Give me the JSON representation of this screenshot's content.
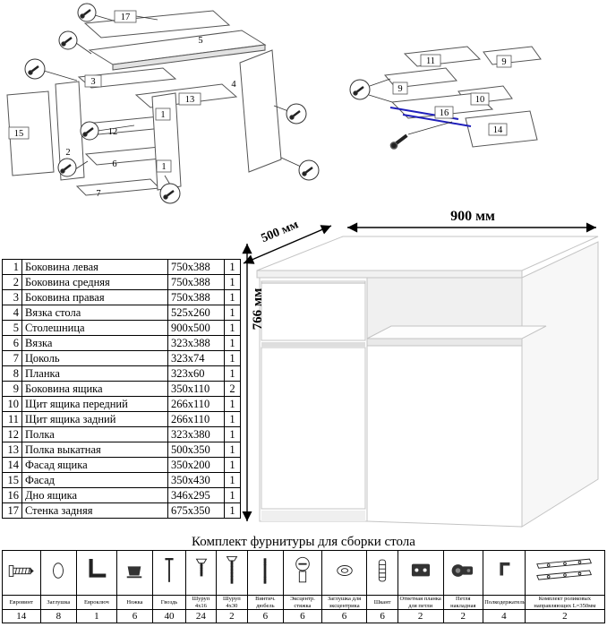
{
  "dimensions": {
    "width": "900 мм",
    "depth": "500 мм",
    "height": "766 мм"
  },
  "exploded": {
    "main_labels": [
      "17",
      "5",
      "3",
      "13",
      "12",
      "6",
      "7",
      "15",
      "2",
      "1",
      "1",
      "4"
    ],
    "drawer_labels": [
      "11",
      "9",
      "9",
      "10",
      "16",
      "14"
    ]
  },
  "parts_table": {
    "rows": [
      {
        "num": "1",
        "name": "Боковина левая",
        "size": "750x388",
        "qty": "1"
      },
      {
        "num": "2",
        "name": "Боковина средняя",
        "size": "750x388",
        "qty": "1"
      },
      {
        "num": "3",
        "name": "Боковина правая",
        "size": "750x388",
        "qty": "1"
      },
      {
        "num": "4",
        "name": "Вязка стола",
        "size": "525x260",
        "qty": "1"
      },
      {
        "num": "5",
        "name": "Столешница",
        "size": "900x500",
        "qty": "1"
      },
      {
        "num": "6",
        "name": "Вязка",
        "size": "323x388",
        "qty": "1"
      },
      {
        "num": "7",
        "name": "Цоколь",
        "size": "323x74",
        "qty": "1"
      },
      {
        "num": "8",
        "name": "Планка",
        "size": "323x60",
        "qty": "1"
      },
      {
        "num": "9",
        "name": "Боковина ящика",
        "size": "350x110",
        "qty": "2"
      },
      {
        "num": "10",
        "name": "Щит ящика передний",
        "size": "266x110",
        "qty": "1"
      },
      {
        "num": "11",
        "name": "Щит ящика задний",
        "size": "266x110",
        "qty": "1"
      },
      {
        "num": "12",
        "name": "Полка",
        "size": "323x380",
        "qty": "1"
      },
      {
        "num": "13",
        "name": "Полка выкатная",
        "size": "500x350",
        "qty": "1"
      },
      {
        "num": "14",
        "name": "Фасад ящика",
        "size": "350x200",
        "qty": "1"
      },
      {
        "num": "15",
        "name": "Фасад",
        "size": "350x430",
        "qty": "1"
      },
      {
        "num": "16",
        "name": "Дно ящика",
        "size": "346x295",
        "qty": "1"
      },
      {
        "num": "17",
        "name": "Стенка задняя",
        "size": "675x350",
        "qty": "1"
      }
    ]
  },
  "hardware": {
    "title": "Комплект фурнитуры для сборки стола",
    "items": [
      {
        "name": "Евровинт",
        "qty": "14",
        "icon": "confirmat-screw-icon"
      },
      {
        "name": "Заглушка",
        "qty": "8",
        "icon": "plug-icon"
      },
      {
        "name": "Евроключ",
        "qty": "1",
        "icon": "hex-key-icon"
      },
      {
        "name": "Ножка",
        "qty": "6",
        "icon": "foot-icon"
      },
      {
        "name": "Гвоздь",
        "qty": "40",
        "icon": "nail-icon"
      },
      {
        "name": "Шуруп 4x16",
        "qty": "24",
        "icon": "screw-4x16-icon"
      },
      {
        "name": "Шуруп 4x30",
        "qty": "2",
        "icon": "screw-4x30-icon"
      },
      {
        "name": "Винтич. дюбель",
        "qty": "6",
        "icon": "dowel-screw-icon"
      },
      {
        "name": "Эксцентр. стяжка",
        "qty": "6",
        "icon": "cam-lock-icon"
      },
      {
        "name": "Заглушка для эксцентрика",
        "qty": "6",
        "icon": "cam-cover-icon"
      },
      {
        "name": "Шкант",
        "qty": "6",
        "icon": "wood-dowel-icon"
      },
      {
        "name": "Ответная планка для петли",
        "qty": "2",
        "icon": "hinge-plate-icon"
      },
      {
        "name": "Петля накладная",
        "qty": "2",
        "icon": "hinge-icon"
      },
      {
        "name": "Полкодержатель",
        "qty": "4",
        "icon": "shelf-support-icon"
      },
      {
        "name": "Комплект роликовых направляющих L=350мм",
        "qty": "2",
        "icon": "roller-guides-icon"
      }
    ]
  }
}
